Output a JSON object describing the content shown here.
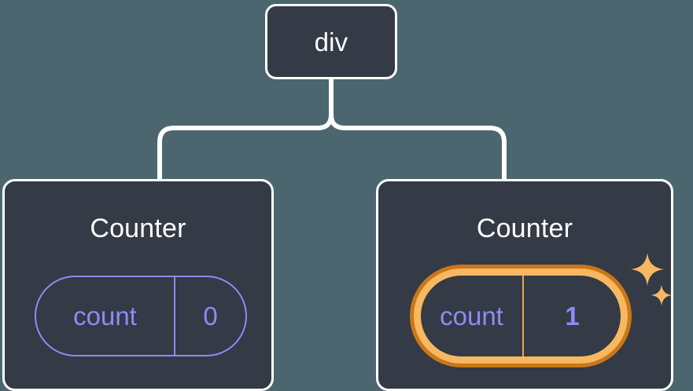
{
  "theme": {
    "page_background": "#4c6670",
    "node_background": "#343a46",
    "node_border": "#ffffff",
    "connector_color": "#ffffff",
    "state_accent": "#8b8cf5",
    "highlight_outer": "#c97718",
    "highlight_inner": "#f7b861",
    "sparkle_color": "#f7b861",
    "title_color": "#ffffff"
  },
  "diagram": {
    "type": "component-tree",
    "root": {
      "tag": "div"
    },
    "children": [
      {
        "title": "Counter",
        "state": {
          "key": "count",
          "value": "0"
        },
        "highlighted": false,
        "sparkles": false
      },
      {
        "title": "Counter",
        "state": {
          "key": "count",
          "value": "1"
        },
        "highlighted": true,
        "sparkles": true
      }
    ]
  },
  "icons": {
    "sparkle_large": "sparkle-icon",
    "sparkle_small": "sparkle-icon"
  }
}
